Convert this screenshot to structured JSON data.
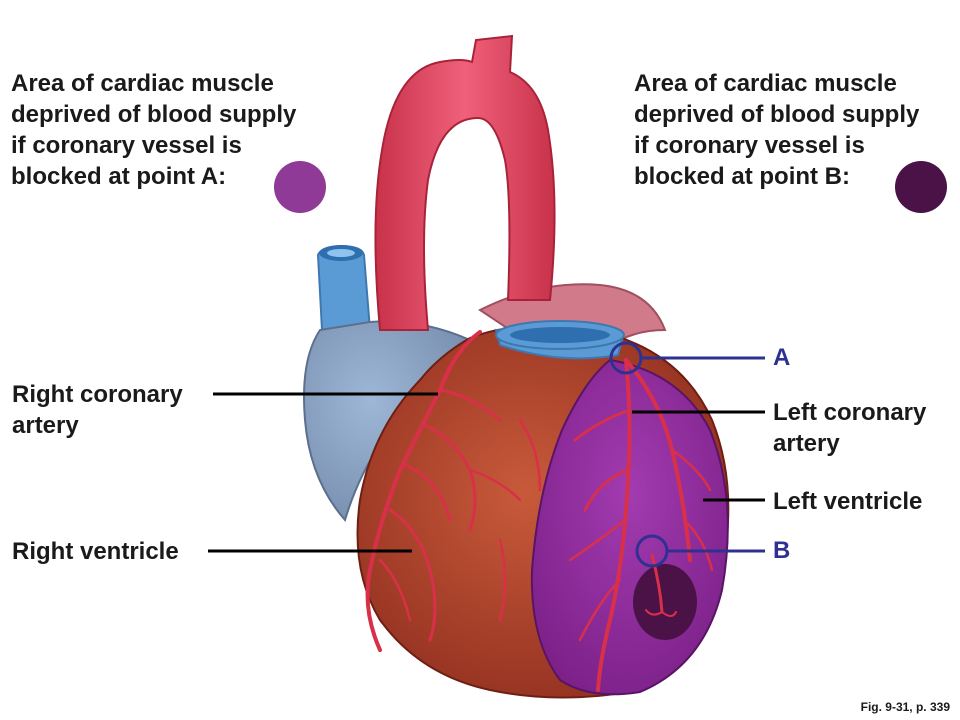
{
  "captions": {
    "left": {
      "lines": [
        "Area of cardiac muscle",
        "deprived of blood supply",
        "if coronary vessel is",
        "blocked at point A:"
      ],
      "swatch_color": "#8e3a96"
    },
    "right": {
      "lines": [
        "Area of cardiac muscle",
        "deprived of blood supply",
        "if coronary vessel is",
        "blocked at point B:"
      ],
      "swatch_color": "#4a1246"
    }
  },
  "labels": {
    "right_coronary_artery": [
      "Right coronary",
      "artery"
    ],
    "right_ventricle": "Right ventricle",
    "point_a": "A",
    "left_coronary_artery": [
      "Left coronary",
      "artery"
    ],
    "left_ventricle": "Left ventricle",
    "point_b": "B"
  },
  "colors": {
    "aorta": "#e2455a",
    "vein": "#5b9bd5",
    "heart_muscle": "#b4442c",
    "left_ventricle_deprived": "#8e2a9a",
    "infarct_b": "#4a1246",
    "artery": "#d9304a",
    "marker_line": "#2e3192"
  },
  "figure_reference": "Fig. 9-31, p. 339"
}
